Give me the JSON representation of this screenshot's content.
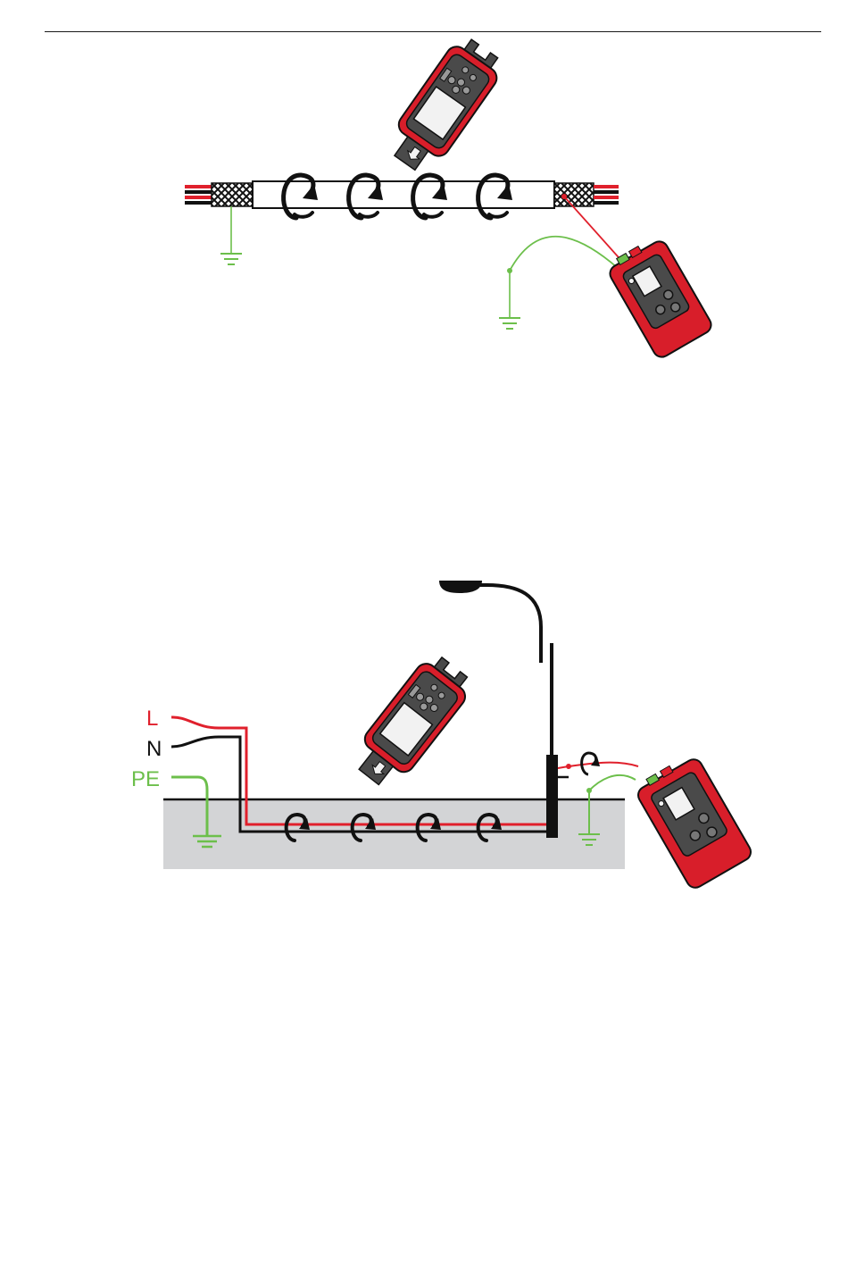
{
  "figure_2": {
    "labels": {
      "live": "L",
      "neutral": "N",
      "protective_earth": "PE"
    }
  },
  "colors": {
    "live": "#e0202c",
    "neutral": "#111111",
    "earth": "#6cbf4b",
    "device_red": "#d81e2a",
    "device_dark": "#4a4a4a",
    "screen": "#f2f2f2",
    "ground_fill": "#d3d4d6"
  }
}
